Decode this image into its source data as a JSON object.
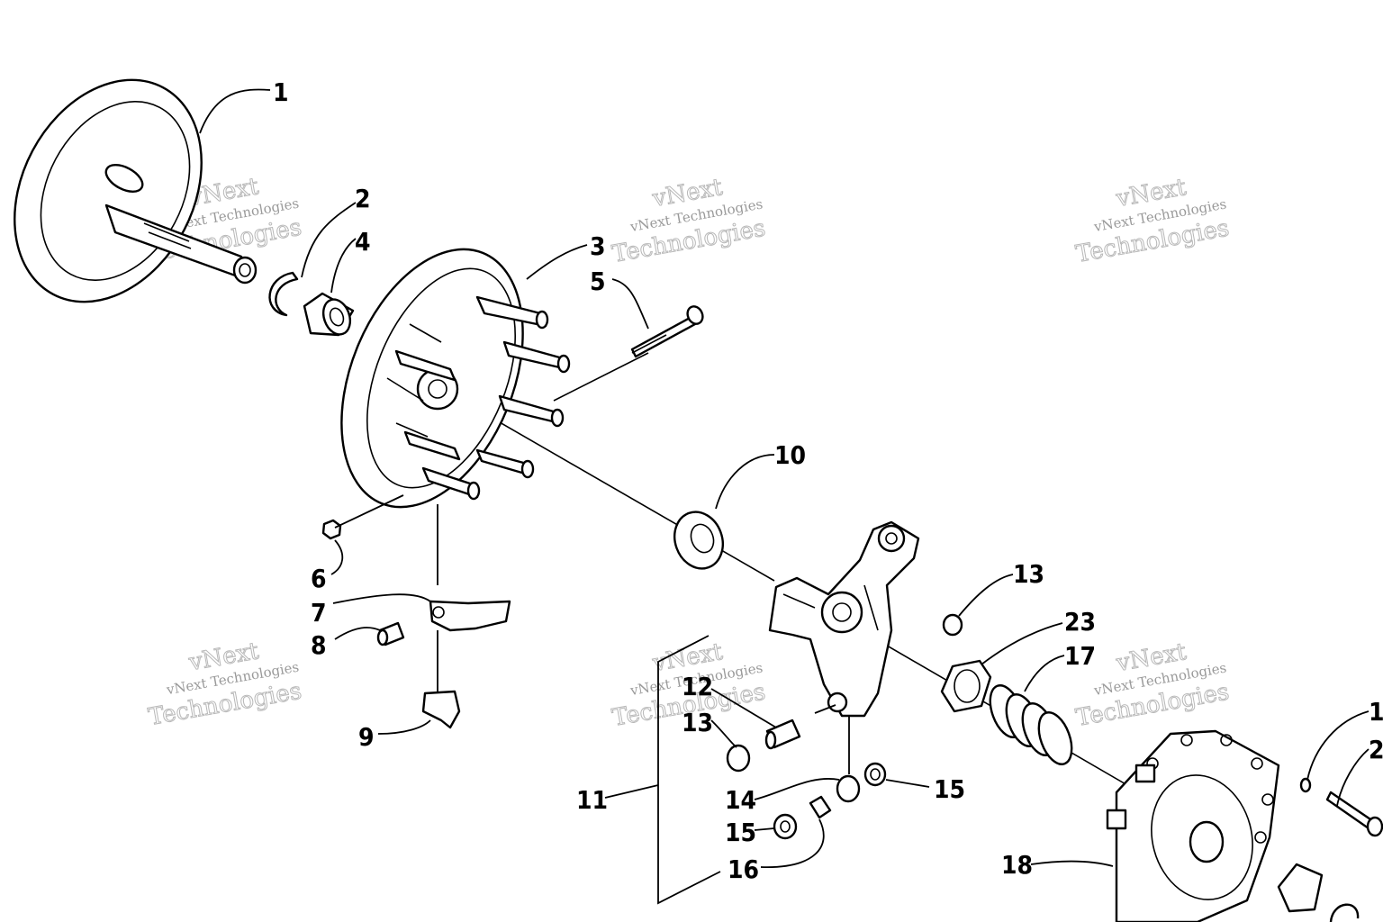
{
  "watermark": {
    "line1": "vNext Technologies",
    "line2": "vNext",
    "line3": "Technologies"
  },
  "callouts": [
    {
      "id": "c1",
      "text": "1"
    },
    {
      "id": "c2",
      "text": "2"
    },
    {
      "id": "c3",
      "text": "3"
    },
    {
      "id": "c4",
      "text": "4"
    },
    {
      "id": "c5",
      "text": "5"
    },
    {
      "id": "c6",
      "text": "6"
    },
    {
      "id": "c7",
      "text": "7"
    },
    {
      "id": "c8",
      "text": "8"
    },
    {
      "id": "c9",
      "text": "9"
    },
    {
      "id": "c10",
      "text": "10"
    },
    {
      "id": "c11",
      "text": "11"
    },
    {
      "id": "c12",
      "text": "12"
    },
    {
      "id": "c13a",
      "text": "13"
    },
    {
      "id": "c13b",
      "text": "13"
    },
    {
      "id": "c14",
      "text": "14"
    },
    {
      "id": "c15a",
      "text": "15"
    },
    {
      "id": "c15b",
      "text": "15"
    },
    {
      "id": "c16",
      "text": "16"
    },
    {
      "id": "c17",
      "text": "17"
    },
    {
      "id": "c18",
      "text": "18"
    },
    {
      "id": "c23",
      "text": "23"
    },
    {
      "id": "c1r",
      "text": "1"
    },
    {
      "id": "c2r",
      "text": "2"
    }
  ]
}
